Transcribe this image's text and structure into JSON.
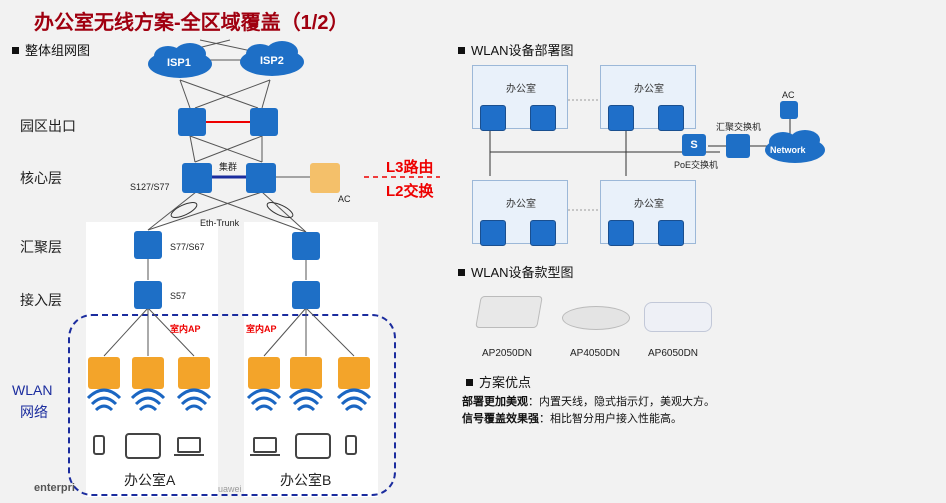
{
  "title": "办公室无线方案-全区域覆盖（1/2）",
  "left_section": {
    "heading": "整体组网图"
  },
  "right_sections": {
    "deployment_heading": "WLAN设备部署图",
    "models_heading": "WLAN设备款型图",
    "advantages_heading": "方案优点"
  },
  "layers": {
    "campus_exit": "园区出口",
    "core": "核心层",
    "aggregation": "汇聚层",
    "access": "接入层",
    "wlan_line1": "WLAN",
    "wlan_line2": "网络"
  },
  "topology": {
    "isp1": "ISP1",
    "isp2": "ISP2",
    "cluster": "集群",
    "core_model": "S127/S77",
    "eth_trunk": "Eth-Trunk",
    "agg_model": "S77/S67",
    "access_model": "S57",
    "ac": "AC",
    "l3": "L3路由",
    "l2": "L2交换",
    "indoor_ap_a": "室内AP",
    "indoor_ap_b": "室内AP",
    "office_a": "办公室A",
    "office_b": "办公室B",
    "footer_left": "enterpri",
    "footer_mid": "uawei"
  },
  "deployment": {
    "room_label": "办公室",
    "poe_switch": "PoE交换机",
    "agg_switch": "汇聚交换机",
    "ac": "AC",
    "network": "Network",
    "switch_letter": "S"
  },
  "models": [
    "AP2050DN",
    "AP4050DN",
    "AP6050DN"
  ],
  "advantages": [
    {
      "bold": "部署更加美观",
      "text": "：内置天线，隐式指示灯，美观大方。"
    },
    {
      "bold": "信号覆盖效果强",
      "text": "：相比智分用户接入性能高。"
    }
  ],
  "colors": {
    "title": "#a00010",
    "device_blue": "#1e6fc6",
    "ap_orange": "#f3a42a",
    "accent_red": "#e00000",
    "dash_blue": "#1b2c9e"
  }
}
